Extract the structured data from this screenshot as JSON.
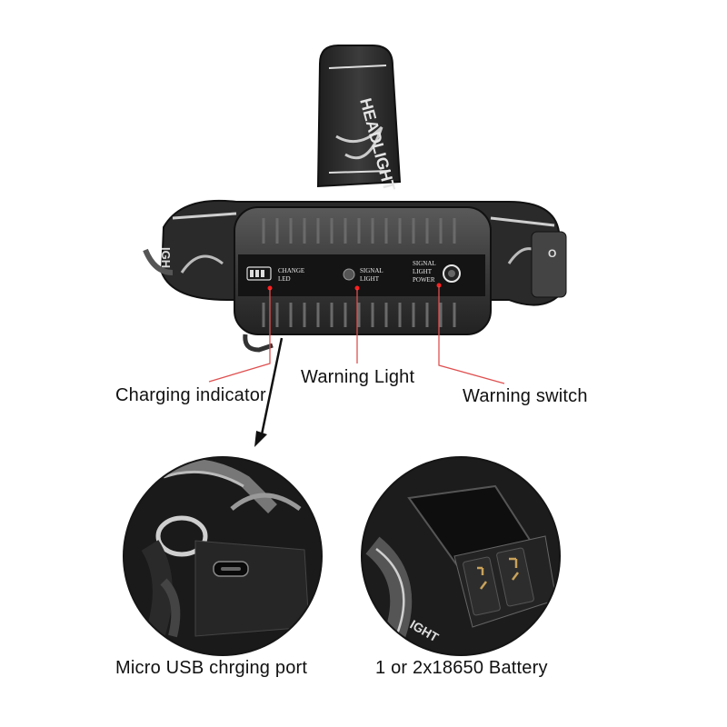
{
  "callouts": {
    "charging_indicator": "Charging indicator",
    "warning_light": "Warning Light",
    "warning_switch": "Warning switch"
  },
  "captions": {
    "usb_port": "Micro USB chrging port",
    "battery": "1 or 2x18650 Battery"
  },
  "device": {
    "strap_text": "HEADLIGHT",
    "panel_change_led": [
      "CHANGE",
      "LED"
    ],
    "panel_signal_light": [
      "SIGNAL",
      "LIGHT"
    ],
    "panel_signal_power": [
      "SIGNAL",
      "LIGHT",
      "POWER"
    ]
  },
  "colors": {
    "callout_line": "#e05050",
    "indicator_dot": "#ff2020",
    "housing": "#3a3a3a",
    "strap": "#2b2b2b"
  }
}
